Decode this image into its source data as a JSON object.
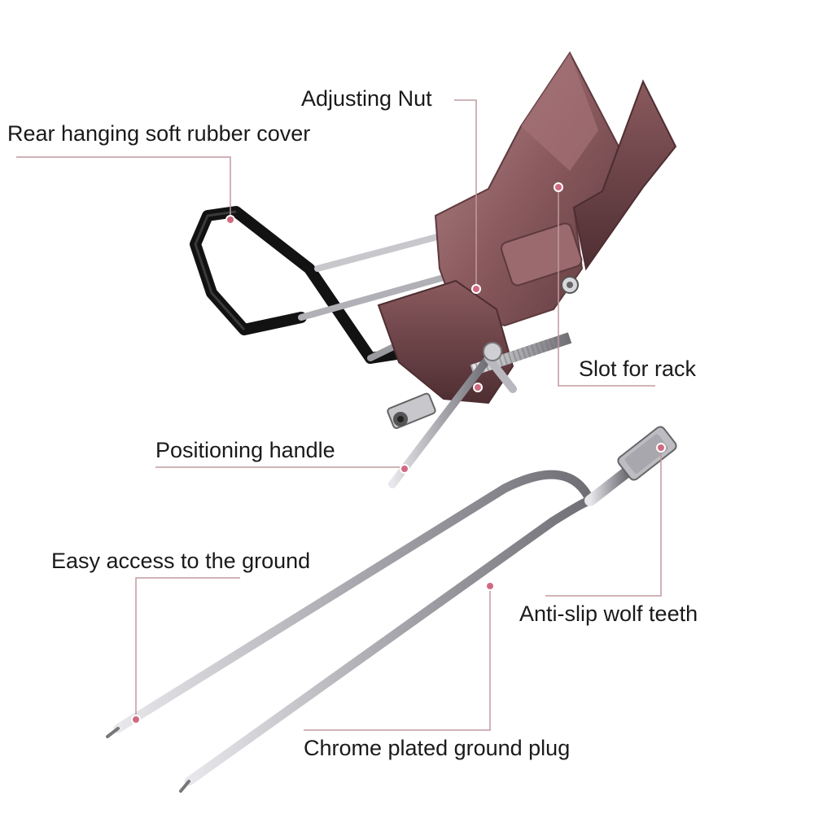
{
  "labels": {
    "rear_cover": "Rear hanging soft rubber cover",
    "adjusting_nut": "Adjusting Nut",
    "slot_for_rack": "Slot for rack",
    "positioning_handle": "Positioning handle",
    "easy_access": "Easy access to the ground",
    "wolf_teeth": "Anti-slip wolf teeth",
    "ground_plug": "Chrome plated ground plug"
  },
  "colors": {
    "body_metal": "#8a5a5e",
    "body_shadow": "#5e3a3e",
    "body_highlight": "#b58a8c",
    "rubber": "#121212",
    "steel": "#c8c8cc",
    "steel_dark": "#7a7a80",
    "leader_line": "#c09aa0",
    "marker": "#d06a82"
  }
}
